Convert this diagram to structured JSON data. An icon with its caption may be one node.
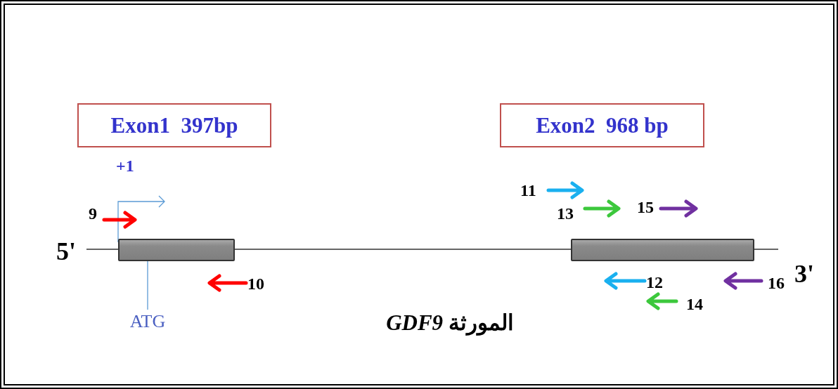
{
  "diagram": {
    "caption": "المورثة *GDF9*",
    "nodes": [
      {
        "text": [
          "Exon1  397bp"
        ]
      },
      {
        "text": [
          "Exon2  968 bp"
        ]
      },
      {
        "text": [],
        "shape": "bar"
      },
      {
        "text": [],
        "shape": "bar"
      },
      {
        "text": [
          "ATG"
        ]
      }
    ],
    "edges": [
      {
        "from": 4,
        "to": 2,
        "arrow": "none"
      }
    ],
    "labels": [
      "+1",
      "11",
      "15",
      "9",
      "13",
      "5'",
      "3'",
      "10",
      "12",
      "16",
      "14"
    ]
  }
}
